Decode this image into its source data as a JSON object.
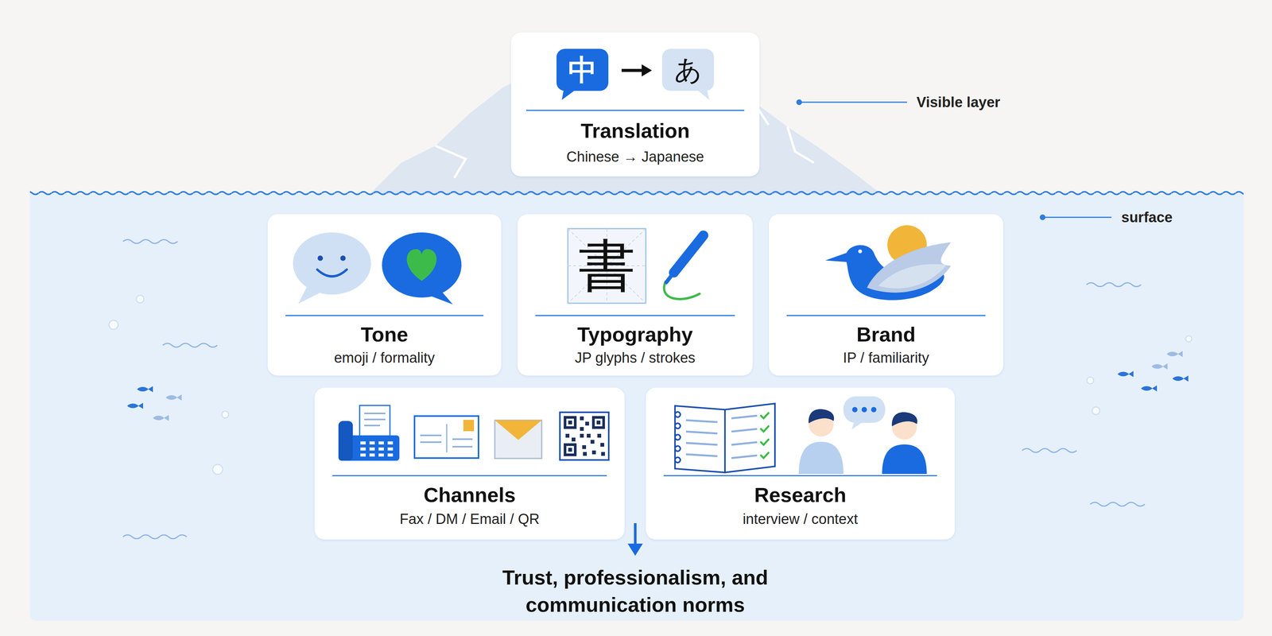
{
  "diagram": {
    "nodes": [
      {
        "text": [
          "Translation",
          "Chinese → Japanese"
        ]
      },
      {
        "text": [
          "Tone",
          "emoji / formality"
        ]
      },
      {
        "text": [
          "Typography",
          "JP glyphs / strokes"
        ]
      },
      {
        "text": [
          "Brand",
          "IP / familiarity"
        ]
      },
      {
        "text": [
          "Channels",
          "Fax / DM / Email / QR"
        ]
      },
      {
        "text": [
          "Research",
          "interview / context"
        ]
      }
    ],
    "labels": [
      "中",
      "あ",
      "書",
      "Visible layer",
      "surface",
      "Trust, professionalism, and communication norms"
    ]
  }
}
